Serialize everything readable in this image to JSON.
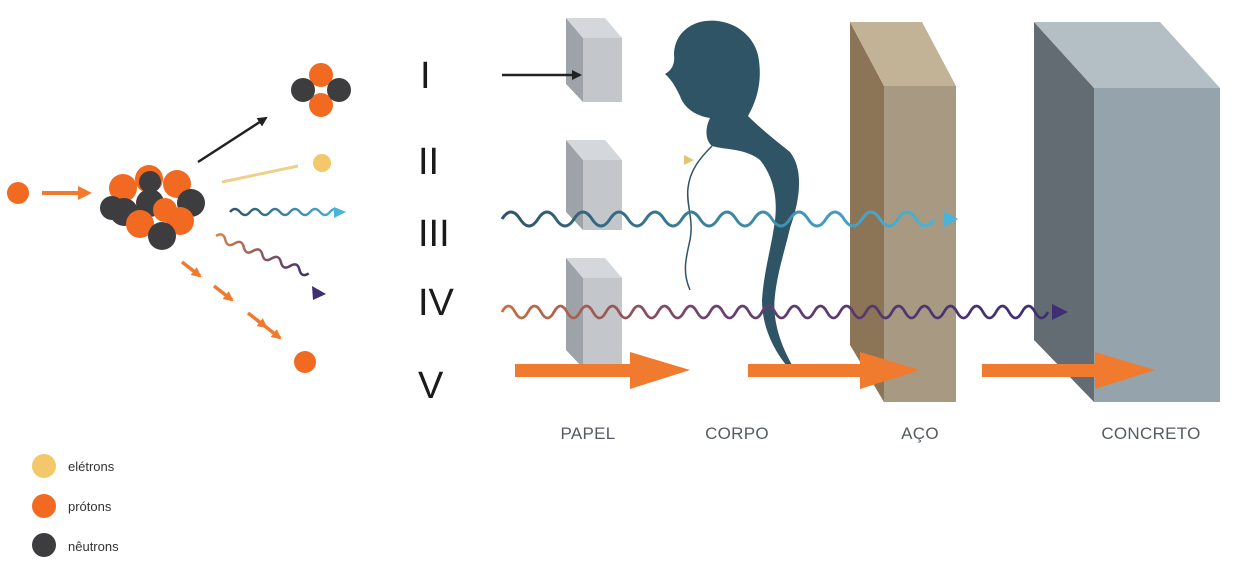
{
  "rays": [
    {
      "numeral": "I"
    },
    {
      "numeral": "II"
    },
    {
      "numeral": "III"
    },
    {
      "numeral": "IV"
    },
    {
      "numeral": "V"
    }
  ],
  "barriers": {
    "paper": "PAPEL",
    "body": "CORPO",
    "steel": "AÇO",
    "concrete": "CONCRETO"
  },
  "legend": {
    "electrons": "elétrons",
    "protons": "prótons",
    "neutrons": "nêutrons"
  },
  "colors": {
    "electron": "#f2c86a",
    "proton": "#f26a21",
    "neutron": "#3d3d40",
    "body": "#2f5466",
    "paper": "#b9bdc2",
    "steel_front": "#a89a82",
    "steel_side": "#8c7556",
    "concrete_front": "#95a3ad",
    "concrete_side": "#636c72"
  }
}
